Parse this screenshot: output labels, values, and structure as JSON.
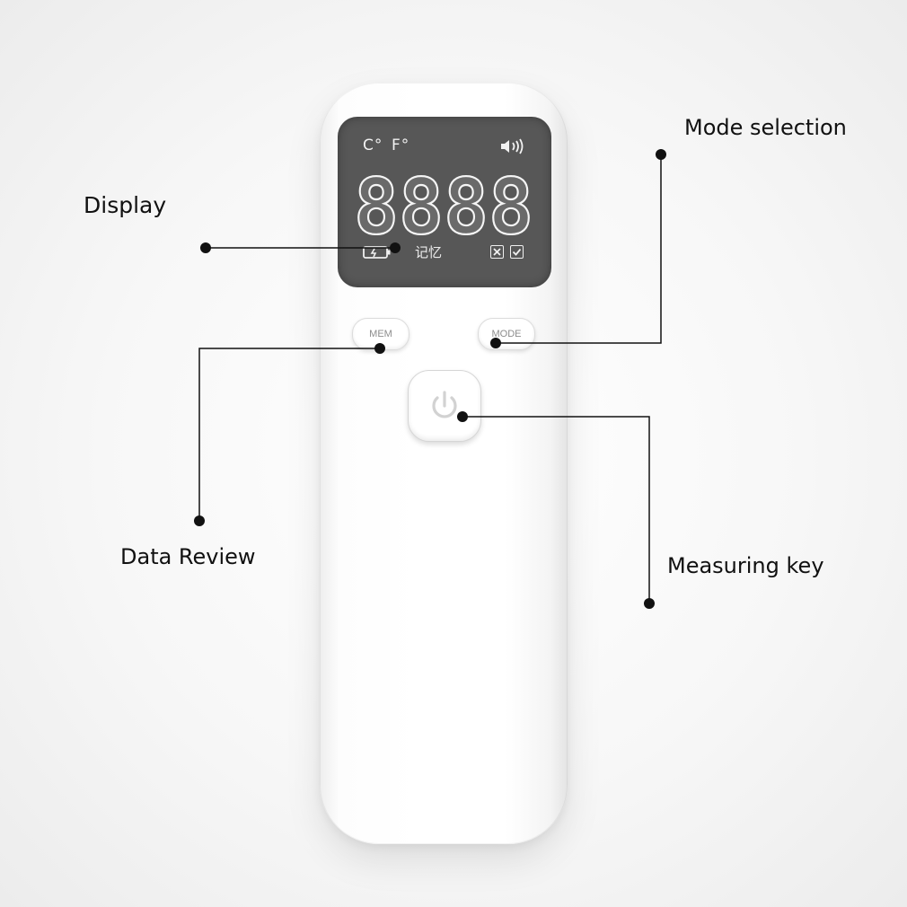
{
  "device": {
    "screen": {
      "unit_celsius": "C°",
      "unit_fahrenheit": "F°",
      "digits": "8888",
      "memory_label": "记忆",
      "speaker_icon": "speaker-volume-icon",
      "battery_icon": "battery-icon",
      "x_icon": "x-box-icon",
      "check_icon": "check-box-icon"
    },
    "buttons": {
      "mem_label": "MEM",
      "mode_label": "MODE",
      "power_icon": "power-icon"
    }
  },
  "callouts": {
    "display": "Display",
    "mode_selection": "Mode selection",
    "data_review": "Data Review",
    "measuring_key": "Measuring key"
  },
  "colors": {
    "screen": "#575757",
    "device": "#ffffff",
    "line": "#111111"
  }
}
